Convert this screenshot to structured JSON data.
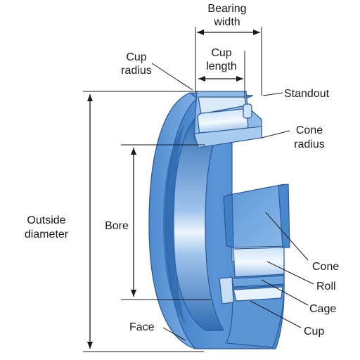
{
  "labels": {
    "bearing_width": [
      "Bearing",
      "width"
    ],
    "cup_length": [
      "Cup",
      "length"
    ],
    "cup_radius": [
      "Cup",
      "radius"
    ],
    "standout": "Standout",
    "cone_radius": [
      "Cone",
      "radius"
    ],
    "outside_diameter": [
      "Outside",
      "diameter"
    ],
    "bore": "Bore",
    "cone": "Cone",
    "roll": "Roll",
    "cage": "Cage",
    "cup": "Cup",
    "face": "Face"
  },
  "colors": {
    "bearing_dark": "#3f7fc6",
    "bearing_mid": "#6ea4dc",
    "bearing_light": "#a9cbef",
    "highlight": "#e8f2fc",
    "line": "#1a1a1a"
  }
}
